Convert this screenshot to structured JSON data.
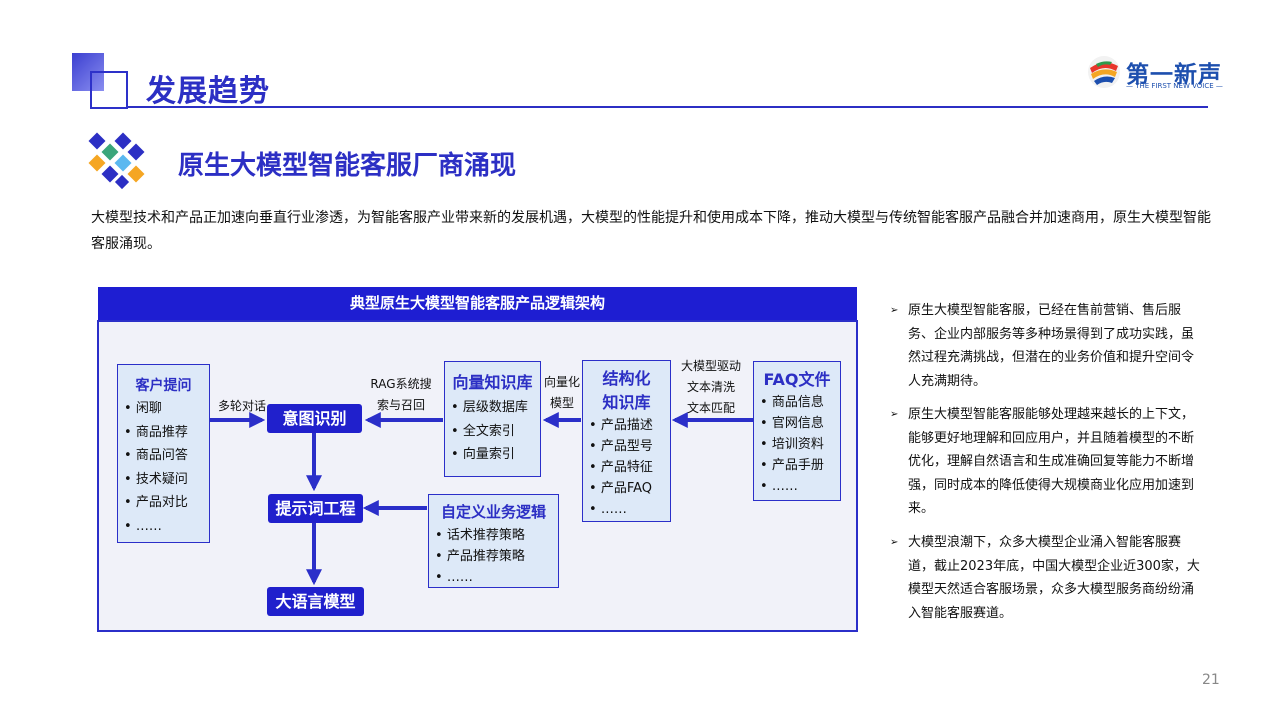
{
  "header": {
    "title": "发展趋势"
  },
  "logo": {
    "name": "第一新声",
    "subtitle": "— THE FIRST NEW VOICE —"
  },
  "section": {
    "title": "原生大模型智能客服厂商涌现"
  },
  "intro": "大模型技术和产品正加速向垂直行业渗透，为智能客服产业带来新的发展机遇，大模型的性能提升和使用成本下降，推动大模型与传统智能客服产品融合并加速商用，原生大模型智能客服涌现。",
  "diagram": {
    "title": "典型原生大模型智能客服产品逻辑架构",
    "customer": {
      "title": "客户提问",
      "items": [
        "闲聊",
        "商品推荐",
        "商品问答",
        "技术疑问",
        "产品对比",
        "……"
      ]
    },
    "intent": "意图识别",
    "prompt": "提示词工程",
    "llm": "大语言模型",
    "vector_kb": {
      "title": "向量知识库",
      "items": [
        "层级数据库",
        "全文索引",
        "向量索引"
      ]
    },
    "structured_kb": {
      "title_line1": "结构化",
      "title_line2": "知识库",
      "items": [
        "产品描述",
        "产品型号",
        "产品特征",
        "产品FAQ",
        "……"
      ]
    },
    "faq": {
      "title": "FAQ文件",
      "items": [
        "商品信息",
        "官网信息",
        "培训资料",
        "产品手册",
        "……"
      ]
    },
    "custom_logic": {
      "title": "自定义业务逻辑",
      "items": [
        "话术推荐策略",
        "产品推荐策略",
        "……"
      ]
    },
    "labels": {
      "multi_turn": "多轮对话",
      "rag_line1": "RAG系统搜",
      "rag_line2": "索与召回",
      "vec_line1": "向量化",
      "vec_line2": "模型",
      "llm_line1": "大模型驱动",
      "llm_line2": "文本清洗",
      "llm_line3": "文本匹配"
    }
  },
  "bullets": [
    "原生大模型智能客服，已经在售前营销、售后服务、企业内部服务等多种场景得到了成功实践，虽然过程充满挑战，但潜在的业务价值和提升空间令人充满期待。",
    "原生大模型智能客服能够处理越来越长的上下文，能够更好地理解和回应用户，并且随着模型的不断优化，理解自然语言和生成准确回复等能力不断增强，同时成本的降低使得大规模商业化应用加速到来。",
    "大模型浪潮下，众多大模型企业涌入智能客服赛道，截止2023年底，中国大模型企业近300家，大模型天然适合客服场景，众多大模型服务商纷纷涌入智能客服赛道。"
  ],
  "page_number": "21",
  "colors": {
    "brand_blue": "#2c2fc4",
    "box_fill": "#dde9f8",
    "pill_fill": "#2020cc"
  }
}
